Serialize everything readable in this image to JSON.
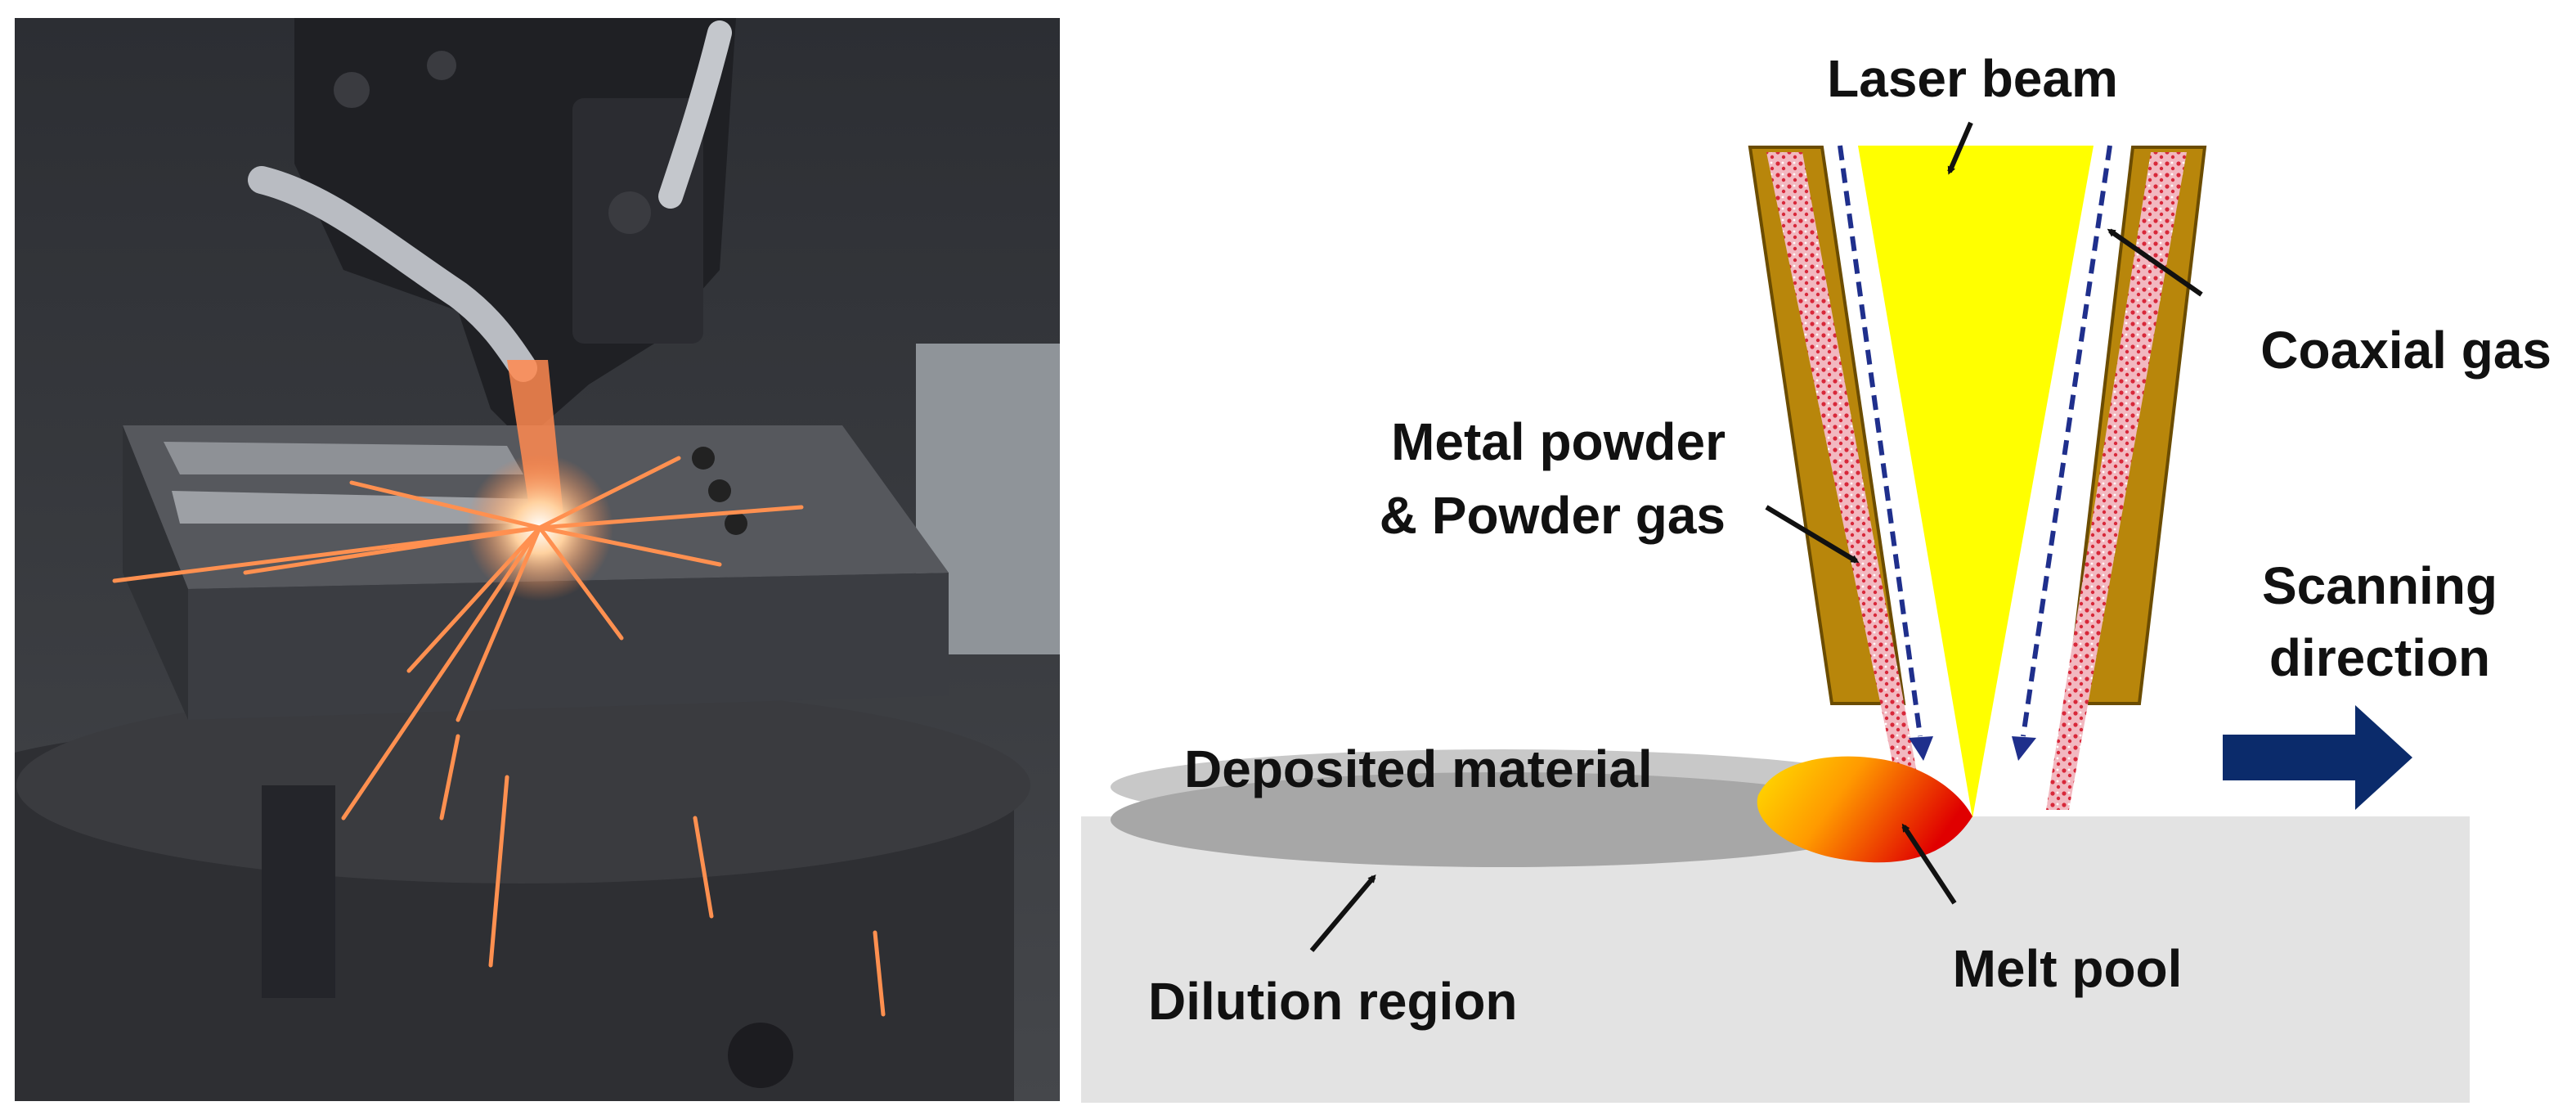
{
  "colors": {
    "background": "#ffffff",
    "substrate": "#e3e3e3",
    "deposit": "#c8c8c8",
    "dilution": "#a7a7a7",
    "nozzle": "#b8860b",
    "nozzle_edge": "#6b4c00",
    "powder_stream": "#f2b8c0",
    "powder_dots": "#d8283a",
    "laser": "#ffff00",
    "gas_arrow": "#1f2f8c",
    "scan_arrow": "#0b2b6b",
    "melt_pool_start": "#ffe000",
    "melt_pool_end": "#e00000",
    "label_text": "#111111"
  },
  "photo": {
    "description_icon": "laser-deposition-photo",
    "colors": {
      "wall": "#383a3e",
      "plate": "#3e4044",
      "table": "#2c2d30",
      "spark": "#ff9050"
    }
  },
  "labels": {
    "laser_beam": "Laser beam",
    "coaxial_gas": "Coaxial gas",
    "metal_powder_line1": "Metal powder",
    "metal_powder_line2": "& Powder gas",
    "scanning_line1": "Scanning",
    "scanning_line2": "direction",
    "deposited_material": "Deposited material",
    "melt_pool": "Melt pool",
    "dilution_region": "Dilution region"
  }
}
